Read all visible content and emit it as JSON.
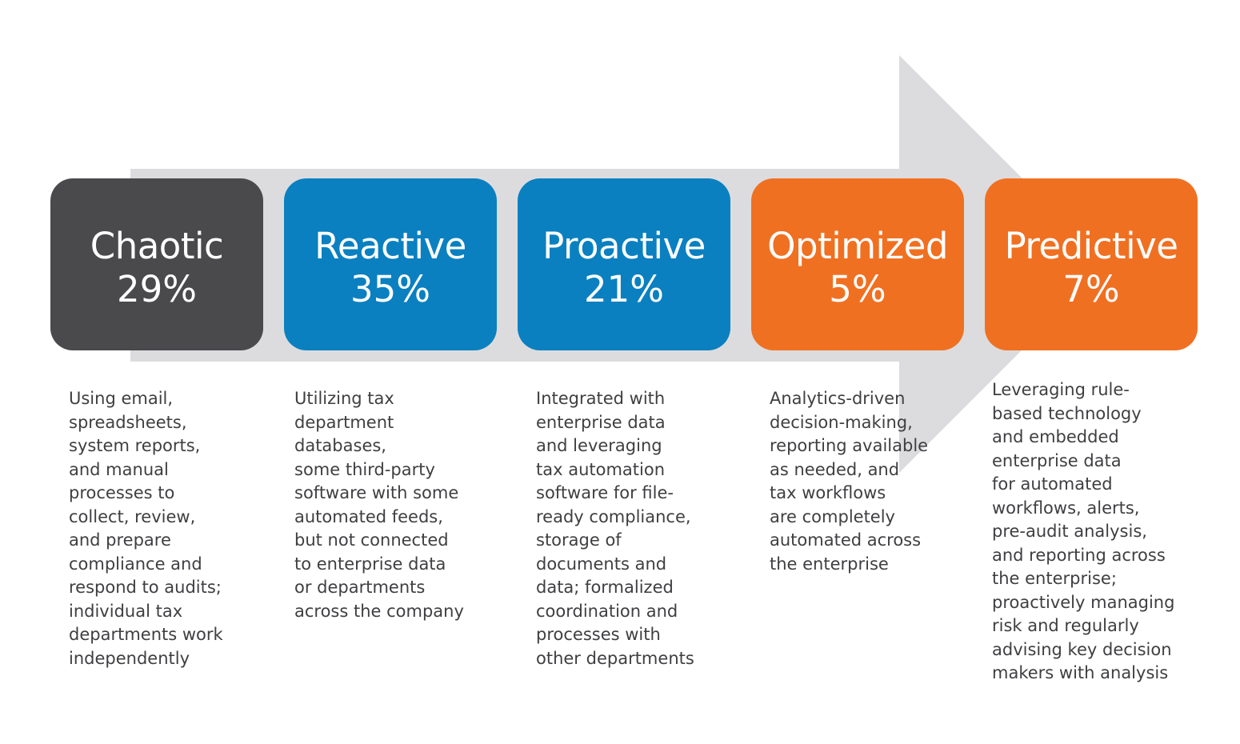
{
  "colors": {
    "arrow": "#dcdcde",
    "chaotic": "#4a4a4d",
    "reactive": "#0a80c0",
    "proactive": "#0a80c0",
    "optimized": "#f07022",
    "predictive": "#f07022",
    "text": "#3f3f42"
  },
  "stages": [
    {
      "title": "Chaotic",
      "percent": "29%",
      "description": "Using email,\nspreadsheets,\nsystem reports,\nand manual\nprocesses to\ncollect, review,\nand prepare\ncompliance and\nrespond to audits;\nindividual tax\ndepartments work\nindependently"
    },
    {
      "title": "Reactive",
      "percent": "35%",
      "description": "Utilizing tax\ndepartment\ndatabases,\nsome third-party\nsoftware with some\nautomated feeds,\nbut not connected\nto enterprise data\nor departments\nacross the company"
    },
    {
      "title": "Proactive",
      "percent": "21%",
      "description": "Integrated with\nenterprise data\nand leveraging\ntax automation\nsoftware for file-\nready compliance,\nstorage of\ndocuments and\ndata; formalized\ncoordination and\nprocesses with\nother departments"
    },
    {
      "title": "Optimized",
      "percent": "5%",
      "description": "Analytics-driven\ndecision-making,\nreporting available\nas needed, and\ntax workflows\nare completely\nautomated across\nthe enterprise"
    },
    {
      "title": "Predictive",
      "percent": "7%",
      "description": "Leveraging rule-\nbased technology\nand embedded\nenterprise data\nfor automated\nworkflows, alerts,\npre-audit analysis,\nand reporting across\nthe enterprise;\nproactively managing\nrisk and regularly\nadvising key decision\nmakers with analysis"
    }
  ]
}
